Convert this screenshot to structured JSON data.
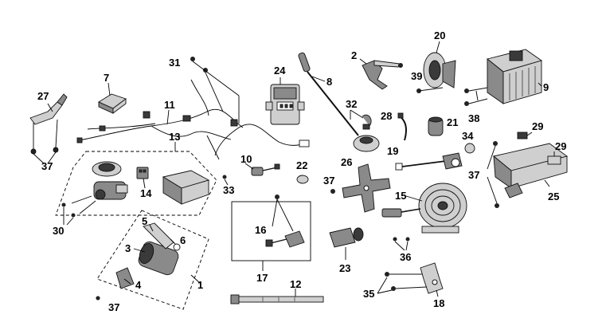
{
  "diagram": {
    "type": "exploded-parts-diagram",
    "callouts": {
      "c1": "1",
      "c2": "2",
      "c3": "3",
      "c4": "4",
      "c5": "5",
      "c6": "6",
      "c7": "7",
      "c8": "8",
      "c9": "9",
      "c10": "10",
      "c11": "11",
      "c12": "12",
      "c13": "13",
      "c14": "14",
      "c15": "15",
      "c16": "16",
      "c17": "17",
      "c18": "18",
      "c19": "19",
      "c20": "20",
      "c21": "21",
      "c22": "22",
      "c23": "23",
      "c24": "24",
      "c25": "25",
      "c26": "26",
      "c27": "27",
      "c28": "28",
      "c29a": "29",
      "c29b": "29",
      "c30": "30",
      "c31": "31",
      "c32": "32",
      "c33": "33",
      "c34": "34",
      "c35": "35",
      "c36": "36",
      "c37a": "37",
      "c37b": "37",
      "c37c": "37",
      "c37d": "37",
      "c38": "38",
      "c39": "39"
    }
  }
}
